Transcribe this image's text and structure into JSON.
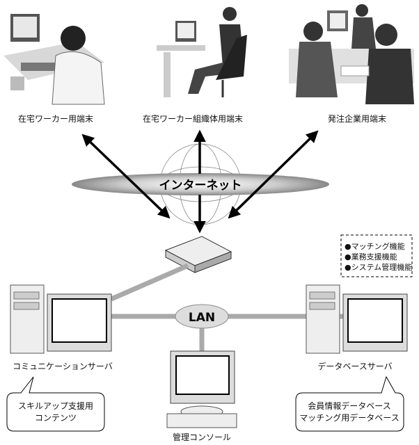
{
  "terminals": {
    "home_worker": "在宅ワーカー用端末",
    "worker_org": "在宅ワーカー組織体用端末",
    "client_company": "発注企業用端末"
  },
  "network": {
    "internet": "インターネット",
    "lan": "LAN"
  },
  "functions_box": {
    "items": [
      "●マッチング機能",
      "●業務支援機能",
      "●システム管理機能"
    ]
  },
  "servers": {
    "communication": "コミュニケーションサーバ",
    "database": "データベースサーバ",
    "console": "管理コンソール"
  },
  "callouts": {
    "communication": [
      "スキルアップ支援用",
      "コンテンツ"
    ],
    "database": [
      "会員情報データベース",
      "マッチング用データベース"
    ]
  }
}
